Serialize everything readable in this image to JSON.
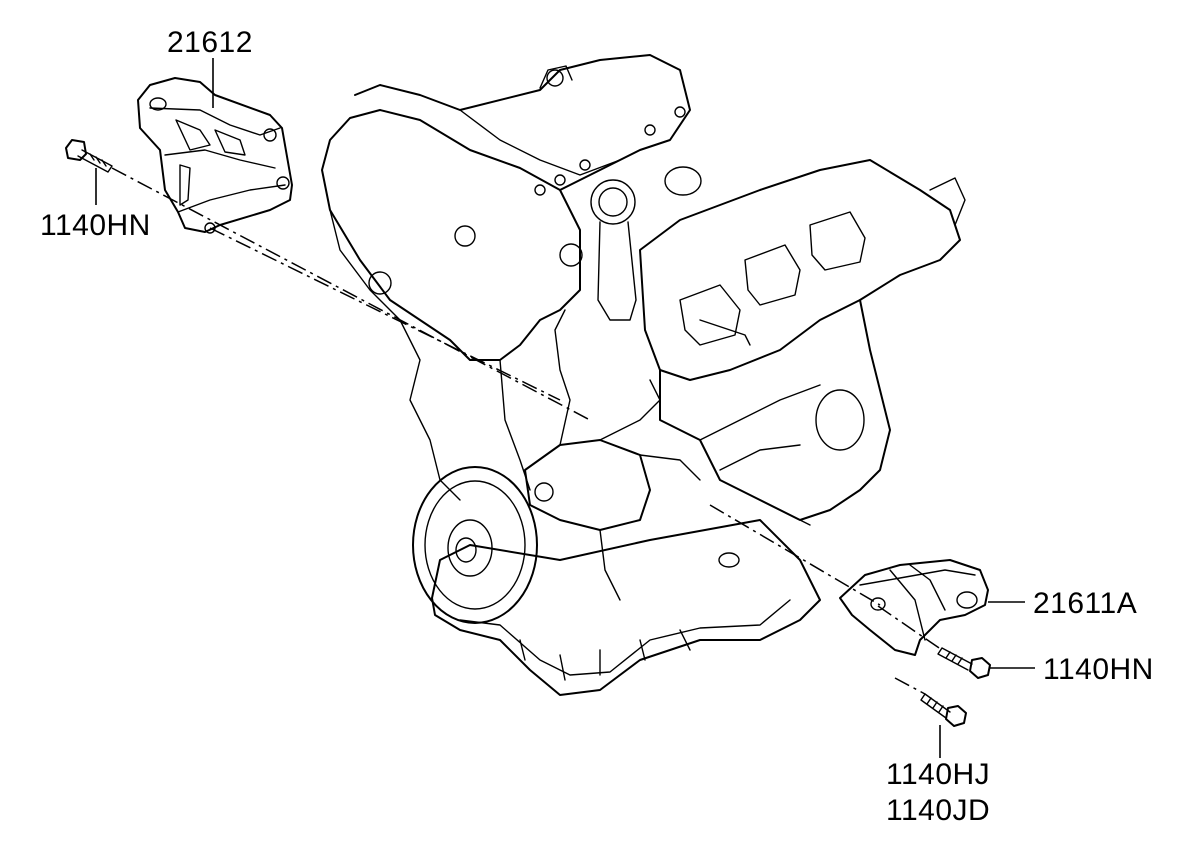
{
  "callouts": {
    "bracket_top": "21612",
    "bolt_top": "1140HN",
    "bracket_right": "21611A",
    "bolt_right": "1140HN",
    "bolt_bottom_1": "1140HJ",
    "bolt_bottom_2": "1140JD"
  },
  "parts": {
    "engine": "engine-assembly",
    "upper_mount": "upper-mount-bracket",
    "lower_mount": "lower-mount-bracket"
  },
  "colors": {
    "line": "#000000",
    "background": "#ffffff"
  }
}
